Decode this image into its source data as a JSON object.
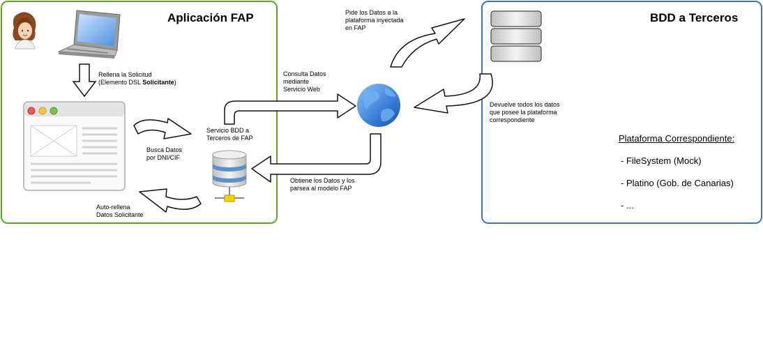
{
  "fap_box": {
    "title": "Aplicación FAP",
    "fill_label_line1": "Rellena la Solicitud",
    "fill_label_line2_prefix": "(Elemento DSL ",
    "fill_label_line2_bold": "Solicitante",
    "fill_label_line2_suffix": ")",
    "busca_line1": "Busca Datos",
    "busca_line2": "por DNI/CIF",
    "service_line1": "Servicio BDD a",
    "service_line2": "Terceros de FAP",
    "auto_line1": "Auto-rellena",
    "auto_line2": "Datos Solicitante"
  },
  "middle": {
    "pide_line1": "Pide los Datos a la",
    "pide_line2": "plataforma inyectada",
    "pide_line3": "en FAP",
    "consulta_line1": "Consulta Datos",
    "consulta_line2": "mediante",
    "consulta_line3": "Servicio Web",
    "obtiene_line1": "Obtiene los Datos y los",
    "obtiene_line2": "parsea al modelo FAP"
  },
  "bdd_box": {
    "title": "BDD a Terceros",
    "devuelve_line1": "Devuelve todos los datos",
    "devuelve_line2": "que posee la plataforma",
    "devuelve_line3": "correspondiente",
    "platforms_heading": "Plataforma Correspondiente:",
    "platforms": [
      "- FileSystem (Mock)",
      "- Platino (Gob. de Canarias)",
      "- ..."
    ]
  },
  "icons": [
    "user-icon",
    "laptop-icon",
    "browser-window-icon",
    "database-icon",
    "globe-icon",
    "server-stack-icon"
  ],
  "colors": {
    "fap_border": "#55aa22",
    "bdd_border": "#3a72cc",
    "globe_blue": "#3a7fd8",
    "database_blue": "#5b8fc9"
  }
}
